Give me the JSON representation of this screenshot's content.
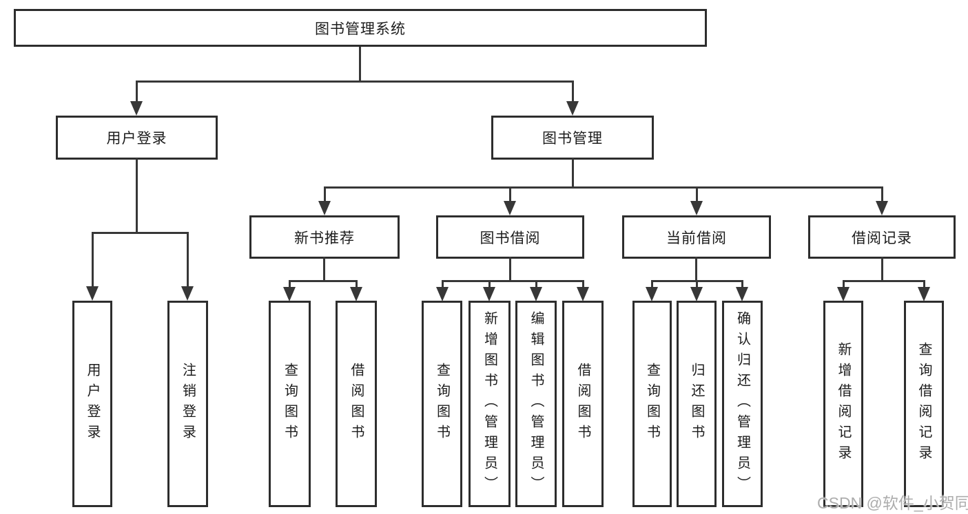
{
  "diagram": {
    "type": "hierarchy-tree",
    "title": "图书管理系统"
  },
  "nodes": {
    "root": "图书管理系统",
    "user_login": "用户登录",
    "book_mgmt": "图书管理",
    "ul_user_login": "用户登录",
    "ul_logout": "注销登录",
    "new_book_rec": "新书推荐",
    "book_borrow": "图书借阅",
    "current_borrow": "当前借阅",
    "borrow_records": "借阅记录",
    "nb_query_books": "查询图书",
    "nb_borrow_books": "借阅图书",
    "bb_query_books": "查询图书",
    "bb_add_books": "新增图书（管理员）",
    "bb_edit_books": "编辑图书（管理员）",
    "bb_borrow_books": "借阅图书",
    "cb_query_books": "查询图书",
    "cb_return_books": "归还图书",
    "cb_confirm_return": "确认归还（管理员）",
    "br_add_record": "新增借阅记录",
    "br_query_record": "查询借阅记录"
  },
  "hierarchy": {
    "label": "图书管理系统",
    "children": [
      {
        "label": "用户登录",
        "children": [
          {
            "label": "用户登录"
          },
          {
            "label": "注销登录"
          }
        ]
      },
      {
        "label": "图书管理",
        "children": [
          {
            "label": "新书推荐",
            "children": [
              {
                "label": "查询图书"
              },
              {
                "label": "借阅图书"
              }
            ]
          },
          {
            "label": "图书借阅",
            "children": [
              {
                "label": "查询图书"
              },
              {
                "label": "新增图书（管理员）"
              },
              {
                "label": "编辑图书（管理员）"
              },
              {
                "label": "借阅图书"
              }
            ]
          },
          {
            "label": "当前借阅",
            "children": [
              {
                "label": "查询图书"
              },
              {
                "label": "归还图书"
              },
              {
                "label": "确认归还（管理员）"
              }
            ]
          },
          {
            "label": "借阅记录",
            "children": [
              {
                "label": "新增借阅记录"
              },
              {
                "label": "查询借阅记录"
              }
            ]
          }
        ]
      }
    ]
  },
  "watermark": {
    "text": "CSDN @软件_小贺同学"
  },
  "colors": {
    "line": "#373737",
    "box_border": "#2d2d2d",
    "text": "#1c1c1c",
    "watermark": "#adadad",
    "background": "#ffffff"
  }
}
